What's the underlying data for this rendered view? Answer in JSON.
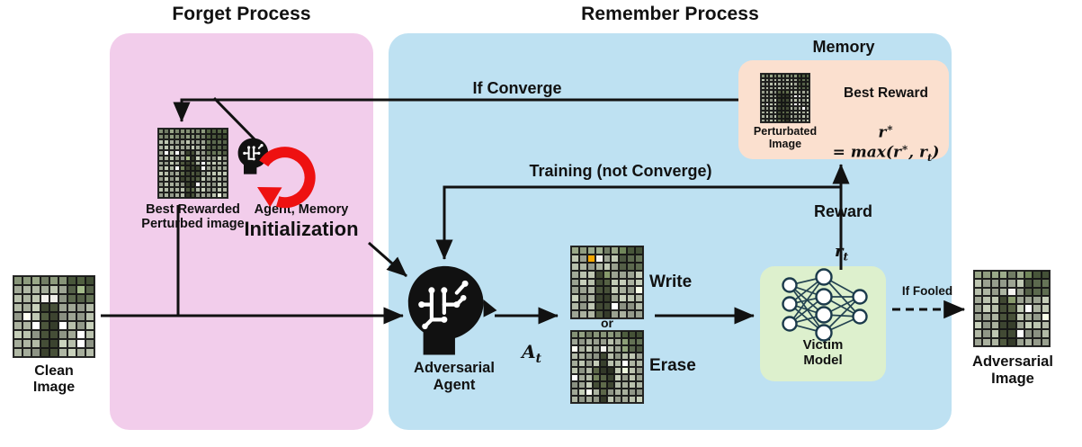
{
  "diagram": {
    "title_forget": "Forget Process",
    "title_remember": "Remember Process",
    "memory_title": "Memory"
  },
  "labels": {
    "clean_image": "Clean\nImage",
    "best_rewarded": "Best Rewarded\nPerturbed image",
    "agent_memory": "Agent, Memory",
    "initialization": "Initialization",
    "adversarial_agent": "Adversarial\nAgent",
    "action_symbol": "A",
    "action_sub": "t",
    "write": "Write",
    "or": "or",
    "erase": "Erase",
    "victim_model": "Victim\nModel",
    "perturbated_image": "Perturbated\nImage",
    "best_reward": "Best Reward",
    "best_reward_formula_lhs": "r",
    "best_reward_formula": "r* = max(r*, r_t)",
    "reward": "Reward",
    "reward_sub_symbol": "r",
    "reward_sub": "t",
    "if_converge": "If Converge",
    "training_not_converge": "Training (not Converge)",
    "if_fooled": "If Fooled",
    "adversarial_image": "Adversarial\nImage"
  },
  "colors": {
    "forget_panel": "#f2cdeb",
    "remember_panel": "#bee1f2",
    "memory_box": "#fbe0cf",
    "victim_box": "#ddf0cd",
    "arrow": "#111111",
    "refresh_arrow": "#ee1111",
    "write_highlight": "#f5a800",
    "erase_highlight": "#ffffff",
    "node_fill": "#ffffff",
    "node_stroke": "#1b3a4b"
  },
  "icons": {
    "agent_head": "brain-head-icon",
    "refresh": "circular-refresh-icon",
    "network": "neural-network-icon"
  },
  "images": {
    "clean": "clean-image-grid",
    "best_rewarded": "best-rewarded-perturbed-image-grid",
    "write": "write-action-image-grid",
    "erase": "erase-action-image-grid",
    "perturbated": "perturbated-image-grid",
    "adversarial": "adversarial-image-grid"
  }
}
